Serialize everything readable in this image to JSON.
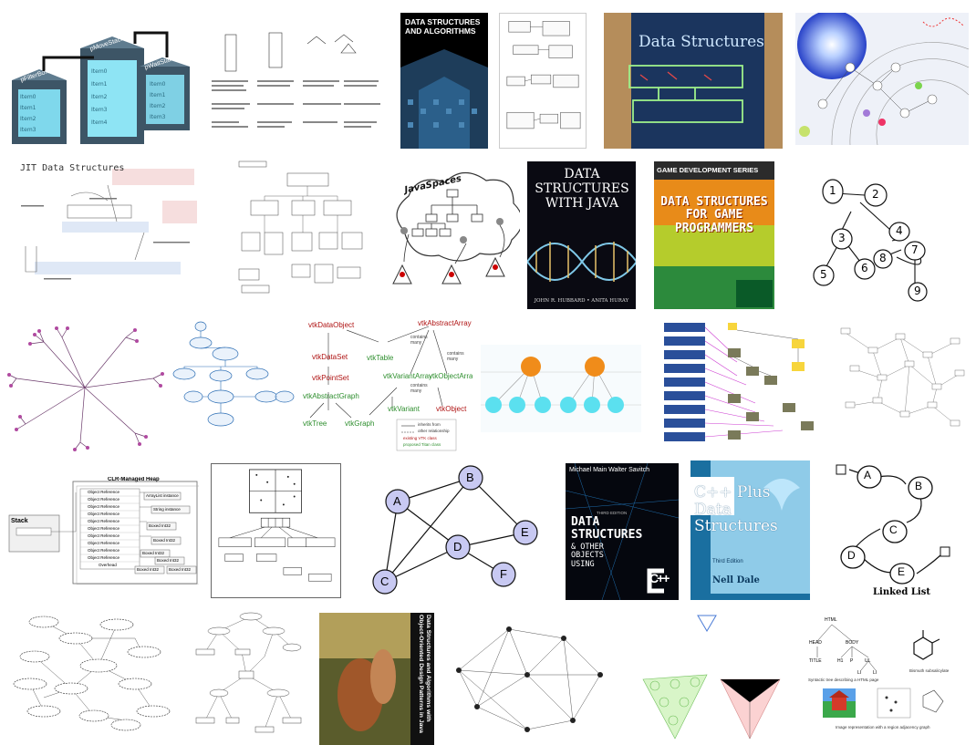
{
  "tiles": {
    "server_racks": {
      "labels": [
        "pFilterBox",
        "pMoveStack",
        "pWaitState"
      ]
    },
    "book_dsa": {
      "title": "DATA STRUCTURES AND ALGORITHMS"
    },
    "tshirt": {
      "text": "Data Structures"
    },
    "jit_notes": {
      "title": "JIT Data Structures"
    },
    "javaspaces": {
      "title": "JavaSpaces"
    },
    "book_java": {
      "title": "DATA STRUCTURES WITH JAVA",
      "authors": "JOHN R. HUBBARD • ANITA HURAY"
    },
    "book_game": {
      "series": "GAME DEVELOPMENT SERIES",
      "title": "DATA STRUCTURES FOR GAME PROGRAMMERS"
    },
    "hand_tree": {
      "nodes": [
        "1",
        "2",
        "3",
        "4",
        "5",
        "6",
        "7",
        "8",
        "9"
      ]
    },
    "vtk": {
      "classes": [
        "vtkDataObject",
        "vtkAbstractArray",
        "vtkDataSet",
        "vtkTable",
        "vtkPointSet",
        "vtkVariantArray",
        "vtkObjectArray",
        "vtkAbstractGraph",
        "vtkVariant",
        "vtkObject",
        "vtkTree",
        "vtkGraph"
      ],
      "edges": [
        "contains many",
        "contains many",
        "contains many"
      ],
      "legend": [
        "inherits from",
        "other relationship",
        "existing VTK class",
        "proposed Titan class"
      ]
    },
    "clr_heap": {
      "stack_label": "Stack",
      "heap_title": "CLR-Managed Heap",
      "rows": [
        "Object Reference",
        "Object Reference",
        "Object Reference",
        "Object Reference",
        "Object Reference",
        "Object Reference",
        "Object Reference",
        "Object Reference",
        "Object Reference",
        "Object Reference",
        "Overhead"
      ],
      "boxes": [
        "ArrayList instance",
        "String instance",
        "Boxed Int32",
        "Boxed Int32",
        "Boxed Int32",
        "Boxed Int32",
        "Boxed Int32",
        "Boxed Int32"
      ]
    },
    "graph_letters": {
      "nodes": [
        "A",
        "B",
        "C",
        "D",
        "E",
        "F"
      ]
    },
    "book_cpp_objects": {
      "authors": "Michael Main   Walter Savitch",
      "edition": "THIRD EDITION",
      "title": "DATA STRUCTURES",
      "subtitle": "& OTHER OBJECTS USING",
      "lang": "C++"
    },
    "book_cpp_plus": {
      "title": "C++ Plus Data Structures",
      "edition": "Third Edition",
      "author": "Nell Dale"
    },
    "linked_list": {
      "nodes": [
        "A",
        "B",
        "C",
        "D",
        "E"
      ],
      "caption": "Linked List"
    },
    "book_fantasy": {
      "title": "Data Structures and Algorithms with Object-Oriented Design Patterns in Java"
    },
    "html_tree": {
      "labels": [
        "HTML",
        "HEAD",
        "BODY",
        "TITLE",
        "H1",
        "P",
        "UL",
        "LI",
        "LI"
      ],
      "caption_a": "Syntactic tree describing a HTML page",
      "caption_b": "Bismuth subsalicylate",
      "caption_c": "Image representation with a region adjacency graph"
    }
  }
}
